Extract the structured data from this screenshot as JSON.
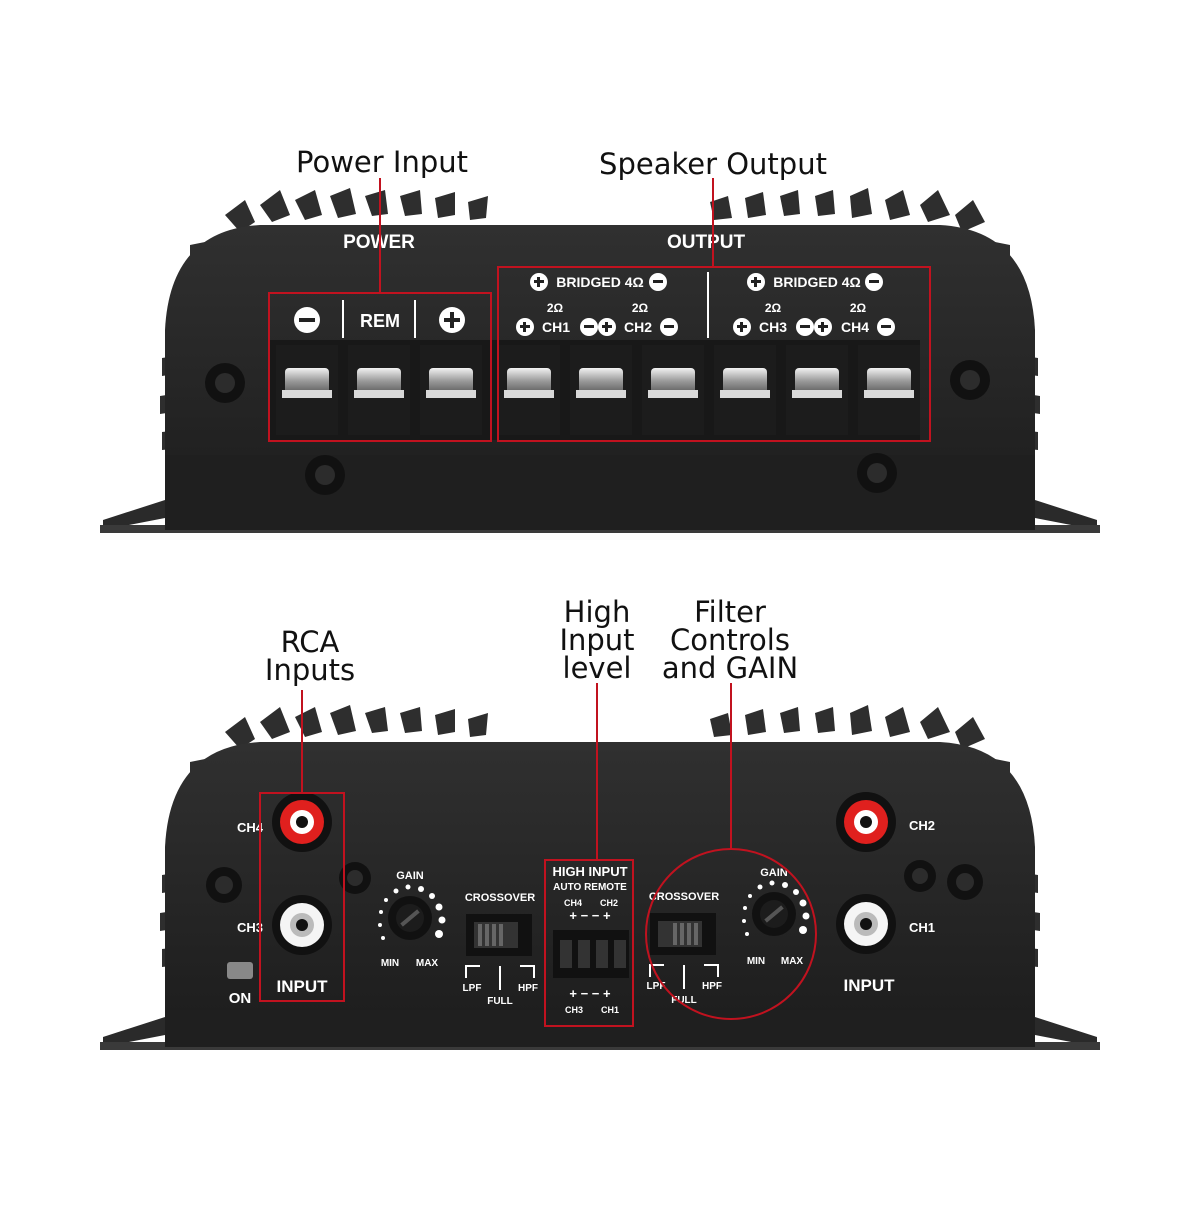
{
  "callouts": {
    "power_input": "Power Input",
    "speaker_output": "Speaker Output",
    "rca_inputs": "RCA\nInputs",
    "high_input_level": "High\nInput\nlevel",
    "filter_controls": "Filter\nControls\nand GAIN"
  },
  "top_panel": {
    "power_label": "POWER",
    "output_label": "OUTPUT",
    "rem_label": "REM",
    "bridged_label": "BRIDGED 4Ω",
    "two_ohm": "2Ω",
    "ch1": "CH1",
    "ch2": "CH2",
    "ch3": "CH3",
    "ch4": "CH4"
  },
  "bottom_panel": {
    "ch4": "CH4",
    "ch3": "CH3",
    "ch2": "CH2",
    "ch1": "CH1",
    "input": "INPUT",
    "on": "ON",
    "gain": "GAIN",
    "min": "MIN",
    "max": "MAX",
    "crossover": "CROSSOVER",
    "lpf": "LPF",
    "full": "FULL",
    "hpf": "HPF",
    "high_input": "HIGH INPUT",
    "auto_remote": "AUTO REMOTE",
    "signs_top": "+ − − +",
    "signs_bottom": "+ − − +"
  },
  "colors": {
    "body": "#262626",
    "fin": "#2b2b2b",
    "highlight": "#c1121f",
    "rca_red": "#e0201e",
    "terminal": "#b9b9b9"
  }
}
